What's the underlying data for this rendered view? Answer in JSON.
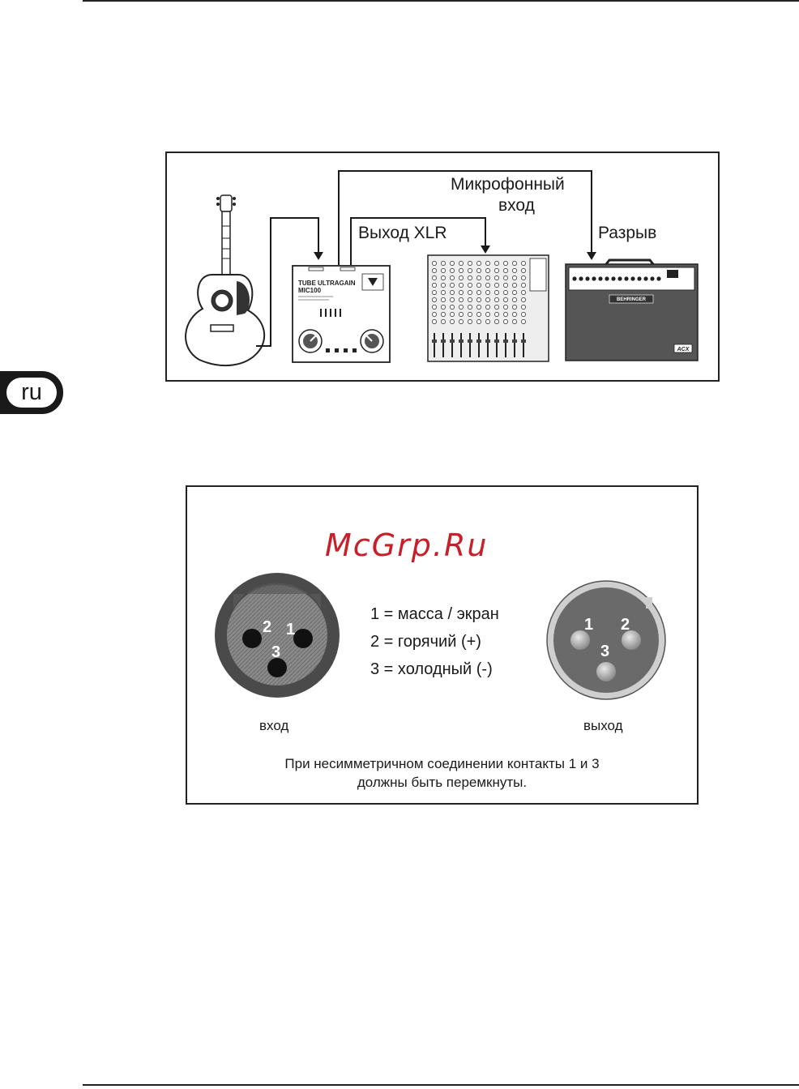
{
  "page": {
    "language_tab": "ru"
  },
  "diagram1": {
    "labels": {
      "mic_input_line1": "Микрофонный",
      "mic_input_line2": "вход",
      "xlr_output": "Выход XLR",
      "insert": "Разрыв"
    },
    "device_text": {
      "preamp_title_line1": "TUBE ULTRAGAIN",
      "preamp_title_line2": "MIC100",
      "amp_brand": "BEHRINGER",
      "amp_model": "ACX"
    }
  },
  "diagram2": {
    "watermark": "McGrp.Ru",
    "pin_legend": [
      "1 = масса / экран",
      "2 = горячий (+)",
      "3 = холодный (-)"
    ],
    "female_pins": [
      "2",
      "1",
      "3"
    ],
    "male_pins": [
      "1",
      "2",
      "3"
    ],
    "input_label": "вход",
    "output_label": "выход",
    "note_line1": "При несимметричном соединении контакты 1 и 3",
    "note_line2": "должны быть перемкнуты."
  }
}
